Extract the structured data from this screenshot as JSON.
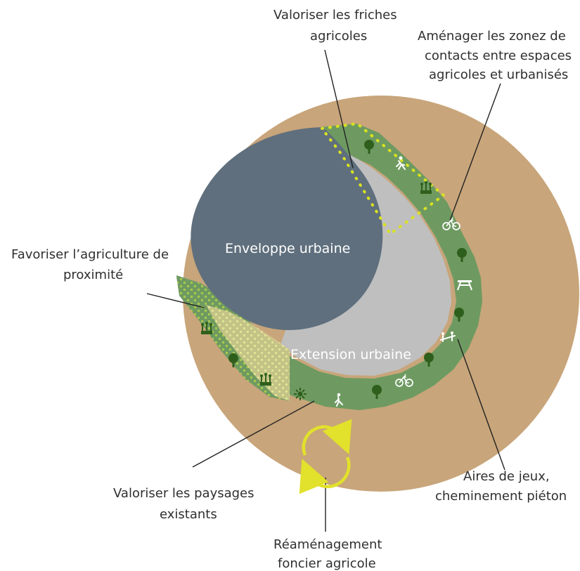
{
  "diagram": {
    "labels": {
      "friches_line1": "Valoriser les friches",
      "friches_line2": "agricoles",
      "contacts_line1": "Aménager les zonez de",
      "contacts_line2": "contacts entre espaces",
      "contacts_line3": "agricoles et urbanisés",
      "proximite_line1": "Favoriser l’agriculture de",
      "proximite_line2": "proximité",
      "enveloppe": "Enveloppe urbaine",
      "extension": "Extension urbaine",
      "paysages_line1": "Valoriser les paysages",
      "paysages_line2": "existants",
      "aires_line1": "Aires de jeux,",
      "aires_line2": "cheminement piéton",
      "reamenagement_line1": "Réaménagement",
      "reamenagement_line2": "foncier agricole"
    },
    "colors": {
      "agricultural_land": "#c8a57a",
      "green_belt": "#6e9a61",
      "extension_area": "#bfbfbf",
      "urban_envelope": "#5f6f7d",
      "highlight_yellow": "#d9e21f",
      "proximity_pattern": "#a9c94e",
      "leader_lines": "#222222",
      "text": "#2f2f2f"
    },
    "icons": [
      "tree-icon",
      "runner-icon",
      "garden-icon",
      "bicycle-icon",
      "picnic-table-icon",
      "playground-icon",
      "walking-person-icon",
      "sun-icon",
      "recycle-arrows-icon"
    ]
  }
}
